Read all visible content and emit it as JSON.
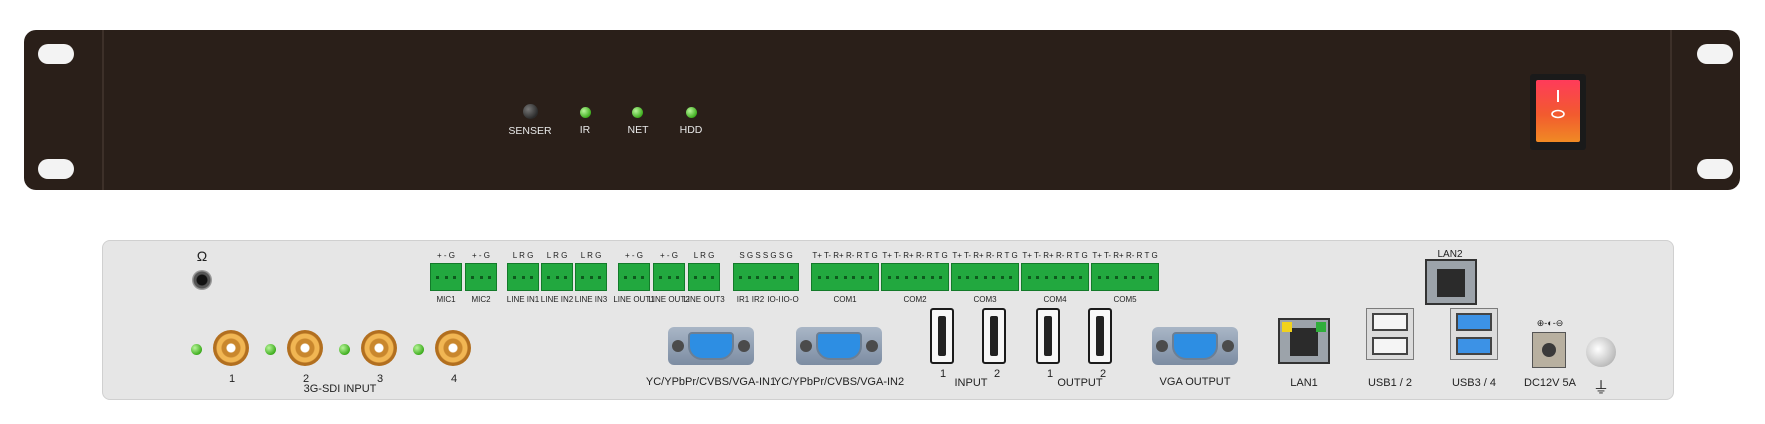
{
  "front": {
    "senser_label": "SENSER",
    "ir_label": "IR",
    "net_label": "NET",
    "hdd_label": "HDD"
  },
  "rear": {
    "headphone_glyph": "Ω",
    "sdi": {
      "numbers": [
        "1",
        "2",
        "3",
        "4"
      ],
      "label": "3G-SDI  INPUT"
    },
    "audio_blocks": [
      {
        "pins": "+ - G",
        "label": "MIC1"
      },
      {
        "pins": "+ - G",
        "label": "MIC2"
      },
      {
        "pins": "L R G",
        "label": "LINE IN1"
      },
      {
        "pins": "L R G",
        "label": "LINE IN2"
      },
      {
        "pins": "L R G",
        "label": "LINE IN3"
      },
      {
        "pins": "+ - G",
        "label": "LINE OUT1"
      },
      {
        "pins": "+ - G",
        "label": "LINE OUT2"
      },
      {
        "pins": "L R G",
        "label": "LINE OUT3"
      }
    ],
    "io_block": {
      "pins": "S G S S G S G",
      "labels": [
        "IR1",
        "IR2",
        "IO-I",
        "IO-O"
      ]
    },
    "com_blocks": [
      {
        "pins": "T+ T- R+ R- R T G",
        "label": "COM1"
      },
      {
        "pins": "T+ T- R+ R- R T G",
        "label": "COM2"
      },
      {
        "pins": "T+ T- R+ R- R T G",
        "label": "COM3"
      },
      {
        "pins": "T+ T- R+ R- R T G",
        "label": "COM4"
      },
      {
        "pins": "T+ T- R+ R- R T G",
        "label": "COM5"
      }
    ],
    "vga_in1_label": "YC/YPbPr/CVBS/VGA-IN1",
    "vga_in2_label": "YC/YPbPr/CVBS/VGA-IN2",
    "hdmi_input": {
      "numbers": [
        "1",
        "2"
      ],
      "label": "INPUT"
    },
    "hdmi_output": {
      "numbers": [
        "1",
        "2"
      ],
      "label": "OUTPUT"
    },
    "vga_out_label": "VGA  OUTPUT",
    "lan1_label": "LAN1",
    "lan2_label": "LAN2",
    "usb12_label": "USB1 / 2",
    "usb34_label": "USB3 / 4",
    "dc_symbol": "⊕-◐-⊖",
    "dc_label": "DC12V 5A",
    "ground_glyph": "⏚"
  }
}
